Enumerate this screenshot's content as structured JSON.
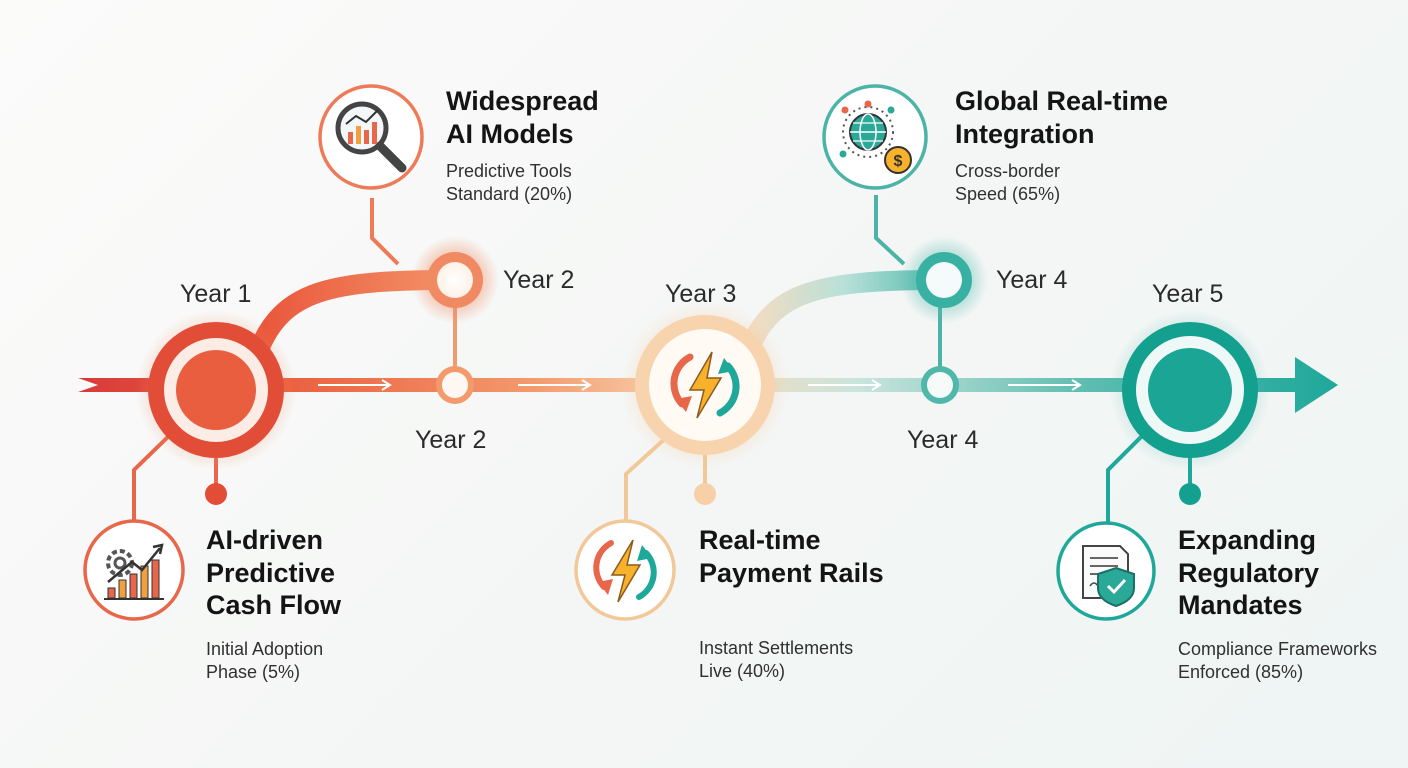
{
  "colors": {
    "coral": "#e85a3c",
    "peach": "#f6c89a",
    "teal": "#1ea89a",
    "red": "#d93a3a"
  },
  "milestones": [
    {
      "year": "Year 1",
      "title": [
        "AI-driven",
        "Predictive",
        "Cash Flow"
      ],
      "desc": [
        "Initial Adoption",
        "Phase (5%)"
      ],
      "icon": "gear-chart-icon"
    },
    {
      "year": "Year 2",
      "title": [
        "Widespread",
        "AI Models"
      ],
      "desc": [
        "Predictive Tools",
        "Standard (20%)"
      ],
      "icon": "magnifier-chart-icon"
    },
    {
      "year": "Year 3",
      "title": [
        "Real-time",
        "Payment Rails"
      ],
      "desc": [
        "Instant Settlements",
        "Live (40%)"
      ],
      "icon": "lightning-cycle-icon"
    },
    {
      "year": "Year 4",
      "title": [
        "Global Real-time",
        "Integration"
      ],
      "desc": [
        "Cross-border",
        "Speed (65%)"
      ],
      "icon": "globe-dollar-icon"
    },
    {
      "year": "Year 5",
      "title": [
        "Expanding",
        "Regulatory",
        "Mandates"
      ],
      "desc": [
        "Compliance Frameworks",
        "Enforced (85%)"
      ],
      "icon": "document-shield-icon"
    }
  ],
  "labels": {
    "year2_upper": "Year 2",
    "year2_lower": "Year 2",
    "year4_upper": "Year 4",
    "year4_lower": "Year 4"
  }
}
